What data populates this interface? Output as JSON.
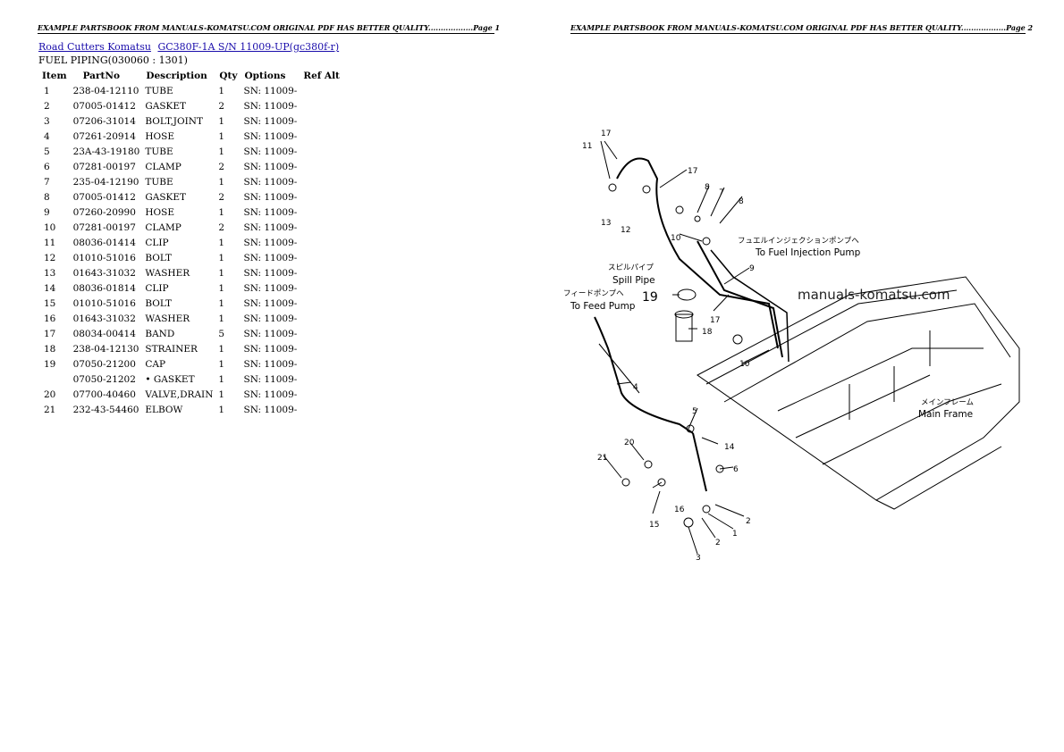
{
  "header": {
    "page1": "EXAMPLE PARTSBOOK FROM MANUALS-KOMATSU.COM ORIGINAL PDF HAS BETTER QUALITY..................Page 1",
    "page2": "EXAMPLE PARTSBOOK FROM MANUALS-KOMATSU.COM ORIGINAL PDF HAS BETTER QUALITY..................Page 2"
  },
  "breadcrumb": {
    "link1": "Road Cutters Komatsu",
    "link2": "GC380F-1A S/N 11009-UP(gc380f-r)"
  },
  "subtitle": "FUEL PIPING(030060 : 1301)",
  "table": {
    "headers": [
      "Item",
      "PartNo",
      "Description",
      "Qty",
      "Options",
      "Ref Alt"
    ],
    "rows": [
      {
        "item": "1",
        "part": "238-04-12110",
        "desc": "TUBE",
        "qty": "1",
        "opt": "SN: 11009-"
      },
      {
        "item": "2",
        "part": "07005-01412",
        "desc": "GASKET",
        "qty": "2",
        "opt": "SN: 11009-"
      },
      {
        "item": "3",
        "part": "07206-31014",
        "desc": "BOLT,JOINT",
        "qty": "1",
        "opt": "SN: 11009-"
      },
      {
        "item": "4",
        "part": "07261-20914",
        "desc": "HOSE",
        "qty": "1",
        "opt": "SN: 11009-"
      },
      {
        "item": "5",
        "part": "23A-43-19180",
        "desc": "TUBE",
        "qty": "1",
        "opt": "SN: 11009-"
      },
      {
        "item": "6",
        "part": "07281-00197",
        "desc": "CLAMP",
        "qty": "2",
        "opt": "SN: 11009-"
      },
      {
        "item": "7",
        "part": "235-04-12190",
        "desc": "TUBE",
        "qty": "1",
        "opt": "SN: 11009-"
      },
      {
        "item": "8",
        "part": "07005-01412",
        "desc": "GASKET",
        "qty": "2",
        "opt": "SN: 11009-"
      },
      {
        "item": "9",
        "part": "07260-20990",
        "desc": "HOSE",
        "qty": "1",
        "opt": "SN: 11009-"
      },
      {
        "item": "10",
        "part": "07281-00197",
        "desc": "CLAMP",
        "qty": "2",
        "opt": "SN: 11009-"
      },
      {
        "item": "11",
        "part": "08036-01414",
        "desc": "CLIP",
        "qty": "1",
        "opt": "SN: 11009-"
      },
      {
        "item": "12",
        "part": "01010-51016",
        "desc": "BOLT",
        "qty": "1",
        "opt": "SN: 11009-"
      },
      {
        "item": "13",
        "part": "01643-31032",
        "desc": "WASHER",
        "qty": "1",
        "opt": "SN: 11009-"
      },
      {
        "item": "14",
        "part": "08036-01814",
        "desc": "CLIP",
        "qty": "1",
        "opt": "SN: 11009-"
      },
      {
        "item": "15",
        "part": "01010-51016",
        "desc": "BOLT",
        "qty": "1",
        "opt": "SN: 11009-"
      },
      {
        "item": "16",
        "part": "01643-31032",
        "desc": "WASHER",
        "qty": "1",
        "opt": "SN: 11009-"
      },
      {
        "item": "17",
        "part": "08034-00414",
        "desc": "BAND",
        "qty": "5",
        "opt": "SN: 11009-"
      },
      {
        "item": "18",
        "part": "238-04-12130",
        "desc": "STRAINER",
        "qty": "1",
        "opt": "SN: 11009-"
      },
      {
        "item": "19",
        "part": "07050-21200",
        "desc": "CAP",
        "qty": "1",
        "opt": "SN: 11009-"
      },
      {
        "item": "",
        "part": "07050-21202",
        "desc": "• GASKET",
        "qty": "1",
        "opt": "SN: 11009-"
      },
      {
        "item": "20",
        "part": "07700-40460",
        "desc": "VALVE,DRAIN",
        "qty": "1",
        "opt": "SN: 11009-"
      },
      {
        "item": "21",
        "part": "232-43-54460",
        "desc": "ELBOW",
        "qty": "1",
        "opt": "SN: 11009-"
      }
    ]
  },
  "diagram": {
    "watermark": "manuals-komatsu.com",
    "callouts": [
      "17",
      "11",
      "17",
      "13",
      "12",
      "8",
      "7",
      "8",
      "10",
      "9",
      "19",
      "17",
      "18",
      "10",
      "5",
      "4",
      "14",
      "20",
      "21",
      "6",
      "16",
      "15",
      "2",
      "1",
      "2",
      "3"
    ],
    "annotations": {
      "jp_injection": "フュエルインジェクションポンプへ",
      "en_injection": "To Fuel Injection Pump",
      "jp_spill": "スピルパイプ",
      "en_spill": "Spill Pipe",
      "jp_feed": "フィードポンプへ",
      "en_feed": "To Feed Pump",
      "jp_frame": "メインフレーム",
      "en_frame": "Main Frame"
    }
  }
}
